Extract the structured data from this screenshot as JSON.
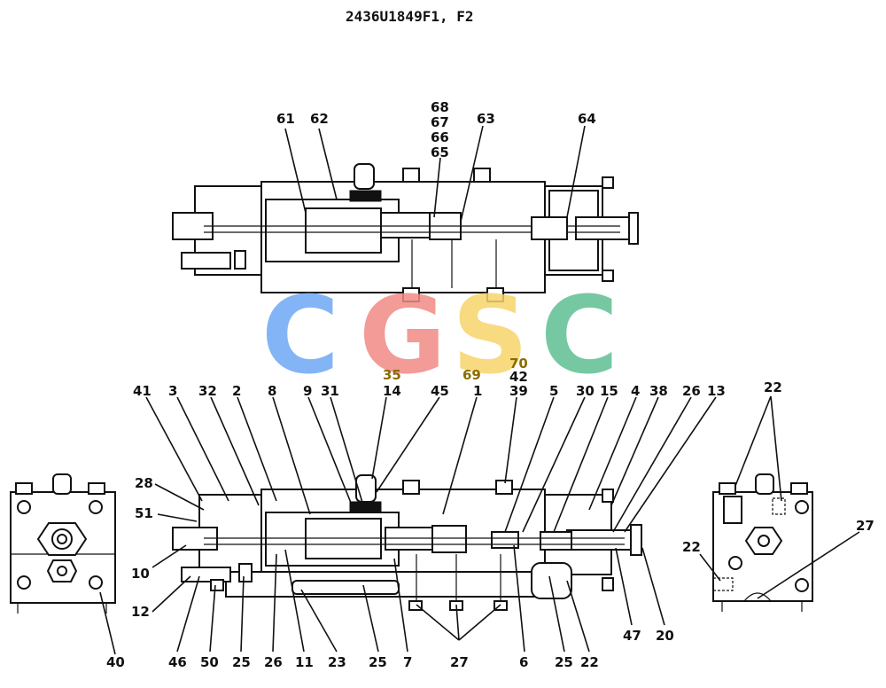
{
  "title": "2436U1849F1, F2",
  "watermark": {
    "letters": [
      "C",
      "G",
      "S",
      "C"
    ],
    "colors": [
      "#6ea8f5",
      "#f08a86",
      "#f7d46a",
      "#5fbf94"
    ]
  },
  "top_view_labels": {
    "l61": "61",
    "l62": "62",
    "l68": "68",
    "l67": "67",
    "l66": "66",
    "l65": "65",
    "l63": "63",
    "l64": "64"
  },
  "main_view_labels": {
    "l41": "41",
    "l3": "3",
    "l32": "32",
    "l2": "2",
    "l8": "8",
    "l9": "9",
    "l31": "31",
    "l35": "35",
    "l14": "14",
    "l45": "45",
    "l69": "69",
    "l1": "1",
    "l70": "70",
    "l42": "42",
    "l39": "39",
    "l5": "5",
    "l30": "30",
    "l15": "15",
    "l4": "4",
    "l38": "38",
    "l26top": "26",
    "l13": "13",
    "l28": "28",
    "l51": "51",
    "l10": "10",
    "l12": "12",
    "l46": "46",
    "l50": "50",
    "l25a": "25",
    "l26b": "26",
    "l11": "11",
    "l23": "23",
    "l25b": "25",
    "l7": "7",
    "l27": "27",
    "l6": "6",
    "l25c": "25",
    "l22b": "22",
    "l47": "47",
    "l20": "20"
  },
  "left_view_labels": {
    "l40": "40"
  },
  "right_view_labels": {
    "l22top": "22",
    "l22side": "22",
    "l27r": "27"
  }
}
